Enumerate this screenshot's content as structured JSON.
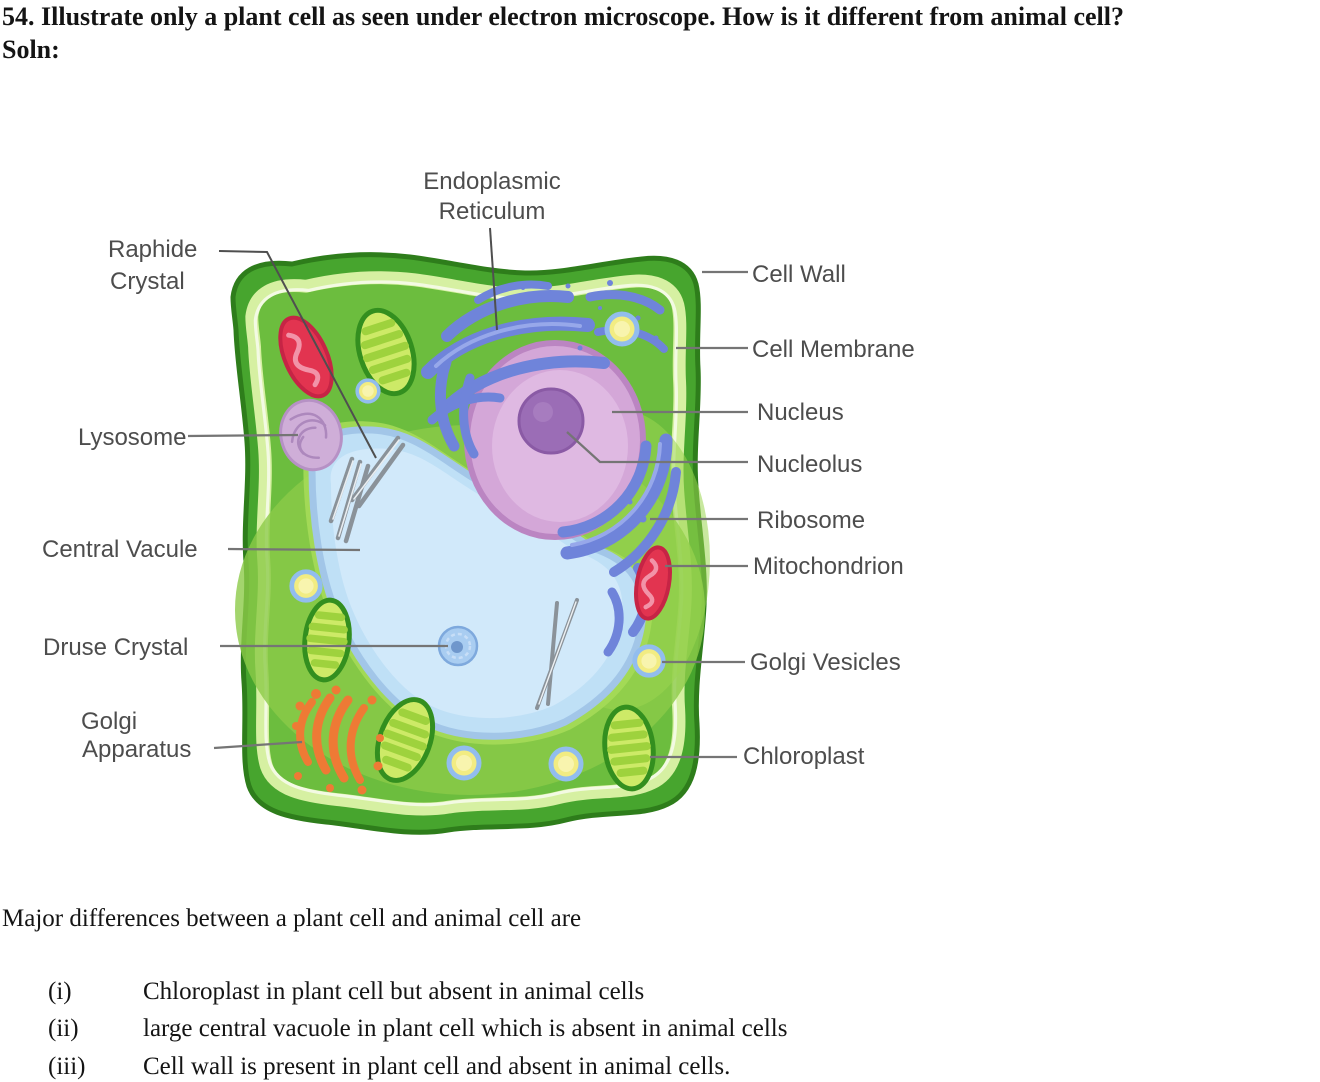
{
  "question": {
    "line1": "54. Illustrate only a plant cell as seen under electron microscope. How is it different from animal cell?",
    "soln_label": "Soln:"
  },
  "diagram": {
    "labels": {
      "endoplasmic_reticulum": [
        "Endoplasmic",
        "Reticulum"
      ],
      "raphide_crystal": [
        "Raphide",
        "Crystal"
      ],
      "lysosome": "Lysosome",
      "central_vacuole": "Central Vacule",
      "druse_crystal": "Druse Crystal",
      "golgi_apparatus": [
        "Golgi",
        "Apparatus"
      ],
      "cell_wall": "Cell Wall",
      "cell_membrane": "Cell Membrane",
      "nucleus": "Nucleus",
      "nucleolus": "Nucleolus",
      "ribosome": "Ribosome",
      "mitochondrion": "Mitochondrion",
      "golgi_vesicles": "Golgi Vesicles",
      "chloroplast": "Chloroplast"
    },
    "colors": {
      "cell_wall_green": "#47a52e",
      "cell_wall_outline": "#2e7d1b",
      "membrane_band": "#d6f0a2",
      "cytoplasm": "#6cbd3e",
      "cytoplasm_light": "#9ad551",
      "vacuole_blue": "#bfe0f6",
      "vacuole_edge": "#a2c6e8",
      "nucleus_pink": "#d4a7d8",
      "nucleolus_purple": "#9b6db6",
      "er_blue": "#6f84da",
      "mitochondrion_red": "#e23450",
      "chloroplast_fill": "#cdea67",
      "chloroplast_stripe": "#9ed23d",
      "golgi_orange": "#ee7a35",
      "vesicle_yellow": "#f2ec82",
      "vesicle_ring": "#92bdee",
      "lysosome_lavender": "#cfaed8",
      "label_text": "#4d4d4d"
    }
  },
  "solution": {
    "intro": "Major differences between a plant cell and animal cell are",
    "items": [
      {
        "numeral": "(i)",
        "text": "Chloroplast in plant cell but absent in animal cells"
      },
      {
        "numeral": "(ii)",
        "text": "large central vacuole in plant cell which is absent in animal cells"
      },
      {
        "numeral": "(iii)",
        "text": "Cell wall is present in plant cell and absent in animal cells."
      }
    ]
  }
}
